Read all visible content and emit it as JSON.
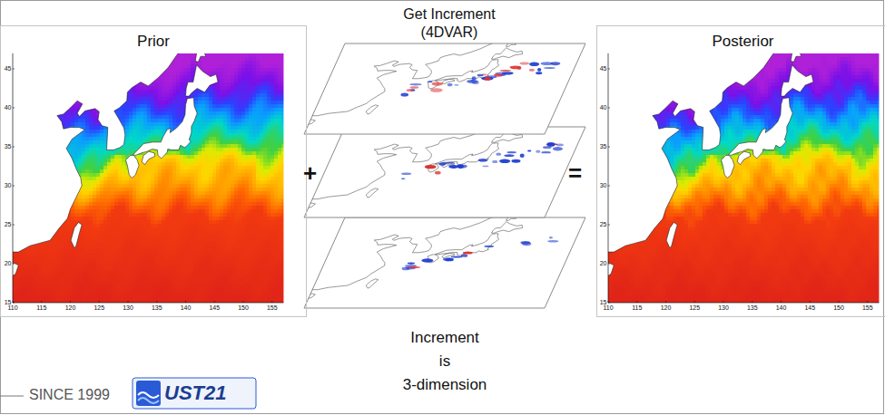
{
  "diagram": {
    "nodes": [
      {
        "text": [
          "Prior"
        ]
      },
      {
        "text": [
          "Get Increment (4DVAR)"
        ]
      },
      {
        "text": [
          "Posterior"
        ]
      }
    ],
    "labels": [
      "+",
      "=",
      "Increment is 3-dimension",
      "SINCE 1999",
      "UST21",
      "110",
      "115",
      "120",
      "125",
      "130",
      "135",
      "140",
      "145",
      "150",
      "155",
      "15",
      "20",
      "25",
      "30",
      "35",
      "40",
      "45",
      "110",
      "115",
      "120",
      "125",
      "130",
      "135",
      "140",
      "145",
      "150",
      "155",
      "15",
      "20",
      "25",
      "30",
      "35",
      "40",
      "45"
    ]
  }
}
